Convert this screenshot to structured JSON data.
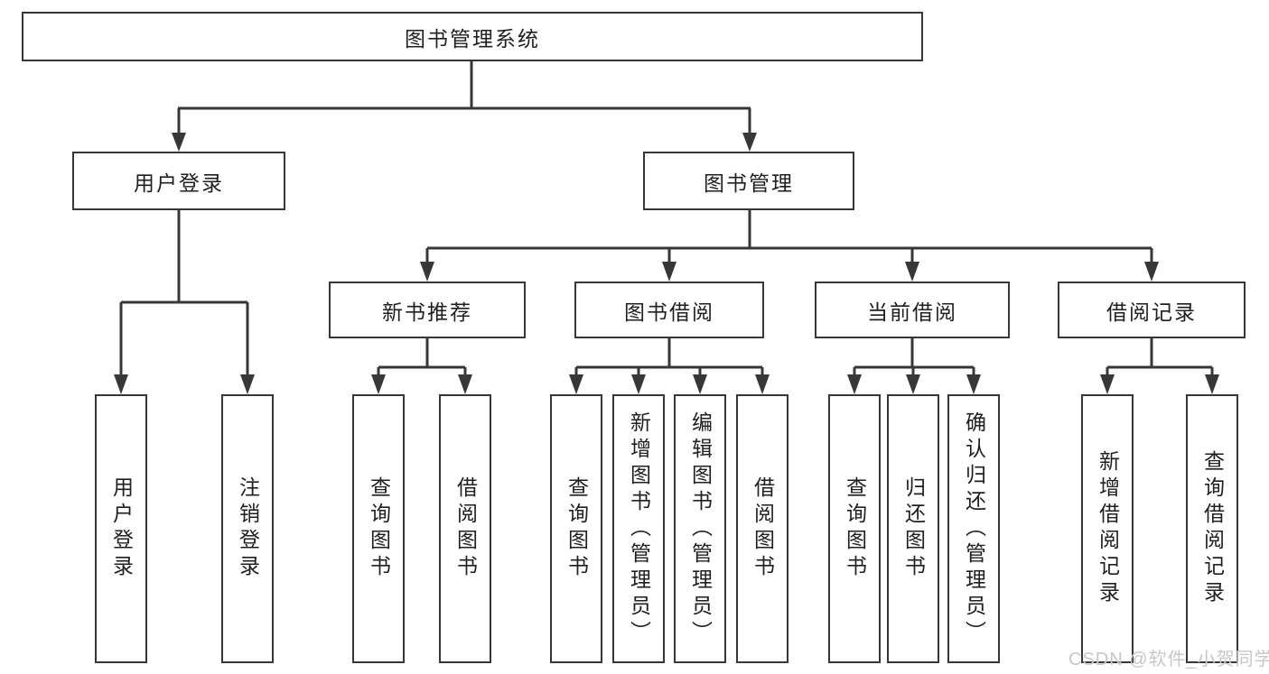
{
  "diagram": {
    "root": "图书管理系统",
    "branches": [
      {
        "label": "用户登录",
        "children": [
          "用户登录",
          "注销登录"
        ]
      },
      {
        "label": "图书管理",
        "groups": [
          {
            "label": "新书推荐",
            "children": [
              "查询图书",
              "借阅图书"
            ]
          },
          {
            "label": "图书借阅",
            "children": [
              "查询图书",
              "新增图书（管理员）",
              "编辑图书（管理员）",
              "借阅图书"
            ]
          },
          {
            "label": "当前借阅",
            "children": [
              "查询图书",
              "归还图书",
              "确认归还（管理员）"
            ]
          },
          {
            "label": "借阅记录",
            "children": [
              "新增借阅记录",
              "查询借阅记录"
            ]
          }
        ]
      }
    ]
  },
  "watermark": "CSDN @软件_小贺同学",
  "colors": {
    "line": "#373737",
    "box_border": "#373737",
    "box_background": "#ffffff",
    "text": "#1f1f1f",
    "watermark": "#c7c7c7"
  }
}
